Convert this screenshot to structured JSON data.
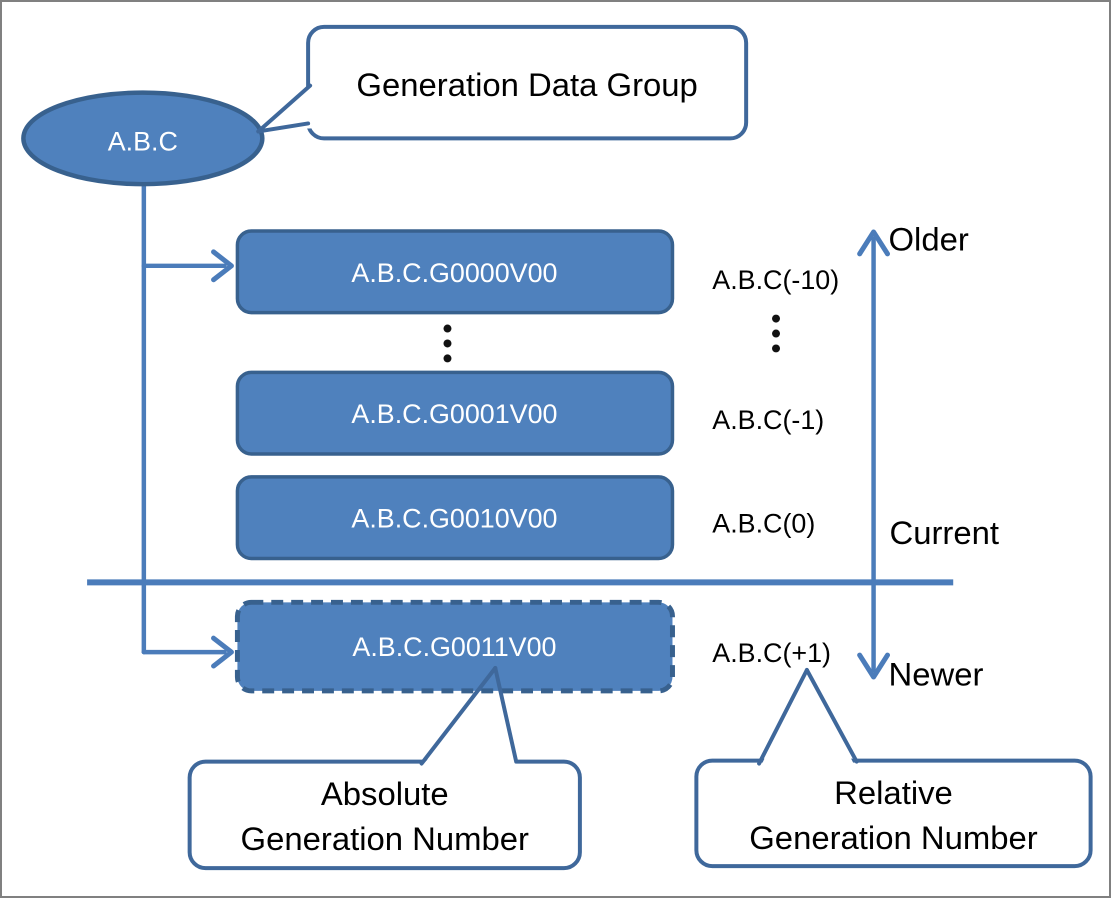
{
  "diagram": {
    "title_callout": {
      "label": "Generation Data Group"
    },
    "root_dataset": {
      "label": "A.B.C"
    },
    "generations": [
      {
        "dataset": "A.B.C.G0000V00",
        "relative": "A.B.C(-10)",
        "style": "solid"
      },
      {
        "dataset": "A.B.C.G0001V00",
        "relative": "A.B.C(-1)",
        "style": "solid"
      },
      {
        "dataset": "A.B.C.G0010V00",
        "relative": "A.B.C(0)",
        "style": "solid"
      },
      {
        "dataset": "A.B.C.G0011V00",
        "relative": "A.B.C(+1)",
        "style": "dashed"
      }
    ],
    "timeline": {
      "older": "Older",
      "current": "Current",
      "newer": "Newer"
    },
    "absolute_callout": {
      "line1": "Absolute",
      "line2": "Generation Number"
    },
    "relative_callout": {
      "line1": "Relative",
      "line2": "Generation Number"
    },
    "colors": {
      "shape_fill": "#4f81bd",
      "shape_border": "#38618e",
      "connector": "#4b7cba",
      "callout_border": "#3f689b",
      "text_on_shape": "#ffffff",
      "text_default": "#000000",
      "frame_border": "#808080"
    }
  }
}
